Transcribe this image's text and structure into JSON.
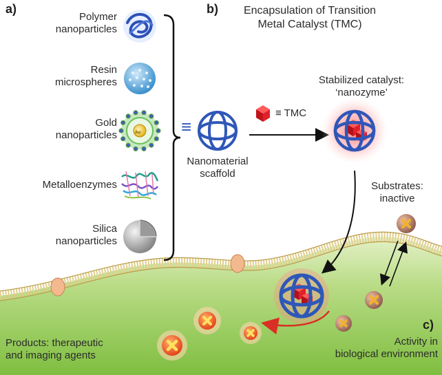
{
  "panel_a": {
    "label": "a)",
    "items": [
      {
        "line1": "Polymer",
        "line2": "nanoparticles",
        "icon": "polymer-nanoparticle-icon"
      },
      {
        "line1": "Resin",
        "line2": "microspheres",
        "icon": "resin-microsphere-icon"
      },
      {
        "line1": "Gold",
        "line2": "nanoparticles",
        "icon": "gold-nanoparticle-icon",
        "badge": "Au"
      },
      {
        "line1": "Metalloenzymes",
        "line2": "",
        "icon": "metalloenzyme-icon"
      },
      {
        "line1": "Silica",
        "line2": "nanoparticles",
        "icon": "silica-nanoparticle-icon"
      }
    ]
  },
  "equiv_symbol": "≡",
  "panel_b": {
    "label": "b)",
    "title_line1": "Encapsulation of Transition",
    "title_line2": "Metal Catalyst (TMC)",
    "scaffold_line1": "Nanomaterial",
    "scaffold_line2": "scaffold",
    "tmc_label": "≡ TMC",
    "stabilized_line1": "Stabilized catalyst:",
    "stabilized_line2": "‘nanozyme’",
    "substrates_line1": "Substrates:",
    "substrates_line2": "inactive"
  },
  "panel_c": {
    "label": "c)",
    "activity_line1": "Activity in",
    "activity_line2": "biological environment",
    "products_line1": "Products: therapeutic",
    "products_line2": "and imaging agents"
  },
  "colors": {
    "scaffold_blue": "#2f57b8",
    "tmc_red": "#e0202a",
    "cell_green": "#9ccc5a",
    "membrane_tan": "#e6d69a",
    "arrow_red": "#d93025"
  }
}
